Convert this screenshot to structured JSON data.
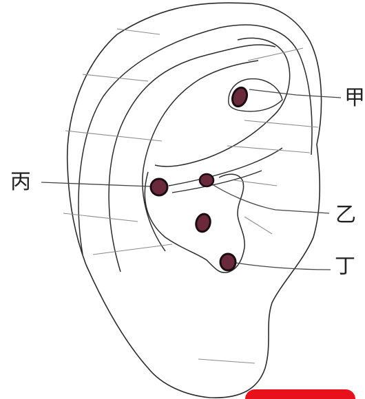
{
  "labels": {
    "jia": "甲",
    "yi": "乙",
    "bing": "丙",
    "ding": "丁"
  },
  "colors": {
    "outline": "#2a2a2a",
    "hatch": "#8a8a8a",
    "point_fill": "#6b2a3c",
    "point_edge": "#1a0d12",
    "leader": "#444444",
    "corner_tab": "#e8101a"
  }
}
